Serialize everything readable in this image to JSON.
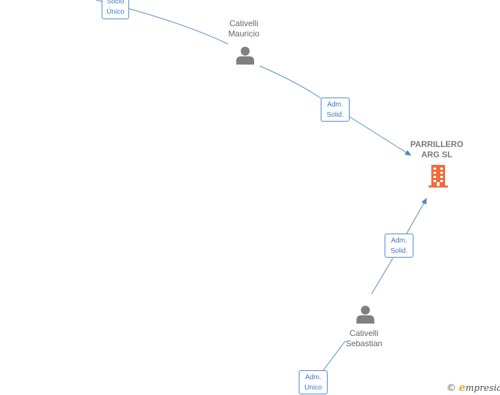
{
  "nodes": {
    "mauricio": {
      "line1": "Cativelli",
      "line2": "Mauricio",
      "icon": "person-icon",
      "color": "#808080"
    },
    "sebastian": {
      "line1": "Cativelli",
      "line2": "Sebastian",
      "icon": "person-icon",
      "color": "#808080"
    },
    "company": {
      "line1": "PARRILLERO",
      "line2": "ARG  SL",
      "icon": "building-icon",
      "color": "#f26b3a"
    }
  },
  "relations": {
    "socio_unico": {
      "line1": "Socio",
      "line2": "Único"
    },
    "adm_solid_mauricio": {
      "line1": "Adm.",
      "line2": "Solid."
    },
    "adm_solid_sebastian": {
      "line1": "Adm.",
      "line2": "Solid."
    },
    "adm_unico": {
      "line1": "Adm.",
      "line2": "Unico"
    }
  },
  "brand": {
    "copyright_symbol": "©",
    "initial": "e",
    "rest": "mpresia"
  },
  "colors": {
    "edge": "#4a86c8",
    "relation_text": "#3b78c2",
    "label_text": "#666666"
  }
}
